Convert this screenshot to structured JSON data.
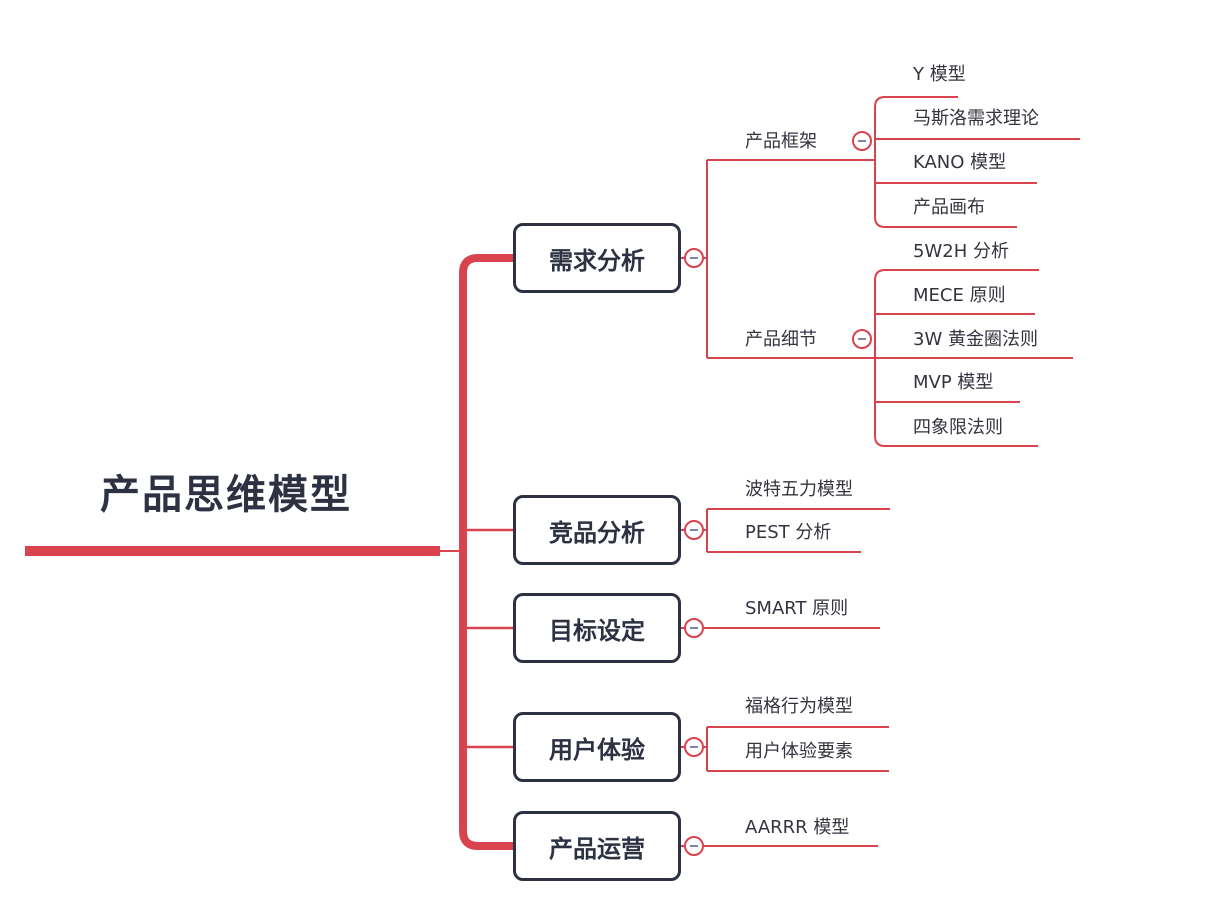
{
  "root": {
    "title": "产品思维模型"
  },
  "colors": {
    "accent": "#d9434e",
    "node_border": "#2d3142",
    "text": "#33343f"
  },
  "branches": [
    {
      "label": "需求分析",
      "children": [
        {
          "label": "产品框架",
          "children": [
            "Y 模型",
            "马斯洛需求理论",
            "KANO 模型",
            "产品画布"
          ]
        },
        {
          "label": "产品细节",
          "children": [
            "5W2H 分析",
            "MECE 原则",
            "3W 黄金圈法则",
            "MVP 模型",
            "四象限法则"
          ]
        }
      ]
    },
    {
      "label": "竞品分析",
      "children": [
        "波特五力模型",
        "PEST 分析"
      ]
    },
    {
      "label": "目标设定",
      "children": [
        "SMART 原则"
      ]
    },
    {
      "label": "用户体验",
      "children": [
        "福格行为模型",
        "用户体验要素"
      ]
    },
    {
      "label": "产品运营",
      "children": [
        "AARRR 模型"
      ]
    }
  ]
}
